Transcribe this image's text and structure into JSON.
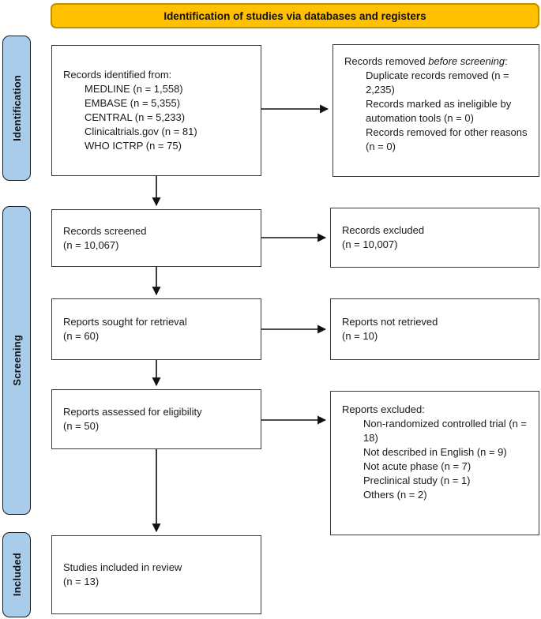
{
  "banner": {
    "label": "Identification of studies via databases and registers"
  },
  "colors": {
    "banner_bg": "#FFC000",
    "banner_border": "#BF9000",
    "stage_bg": "#A9CCEA",
    "box_border": "#3a3a3a",
    "arrow": "#111111"
  },
  "stages": {
    "identification": "Identification",
    "screening": "Screening",
    "included": "Included"
  },
  "boxes": {
    "identified": {
      "title": "Records identified from:",
      "items": [
        "MEDLINE (n = 1,558)",
        "EMBASE (n = 5,355)",
        "CENTRAL (n = 5,233)",
        "Clinicaltrials.gov (n = 81)",
        "WHO ICTRP (n = 75)"
      ]
    },
    "removed": {
      "title_prefix": "Records removed ",
      "title_italic": "before screening",
      "title_suffix": ":",
      "items": [
        "Duplicate records removed (n = 2,235)",
        "Records marked as ineligible by automation tools (n = 0)",
        "Records removed for other reasons (n = 0)"
      ]
    },
    "screened": {
      "line1": "Records screened",
      "line2": "(n = 10,067)"
    },
    "excluded": {
      "line1": "Records excluded",
      "line2": "(n = 10,007)"
    },
    "sought": {
      "line1": "Reports sought for retrieval",
      "line2": "(n = 60)"
    },
    "not_retrieved": {
      "line1": "Reports not retrieved",
      "line2": "(n = 10)"
    },
    "assessed": {
      "line1": "Reports assessed for eligibility",
      "line2": "(n = 50)"
    },
    "reports_excluded": {
      "title": "Reports excluded:",
      "items": [
        "Non-randomized controlled trial (n = 18)",
        "Not described in English (n = 9)",
        "Not acute phase (n = 7)",
        "Preclinical study (n = 1)",
        "Others (n = 2)"
      ]
    },
    "included_review": {
      "line1": "Studies included in review",
      "line2": "(n = 13)"
    }
  }
}
